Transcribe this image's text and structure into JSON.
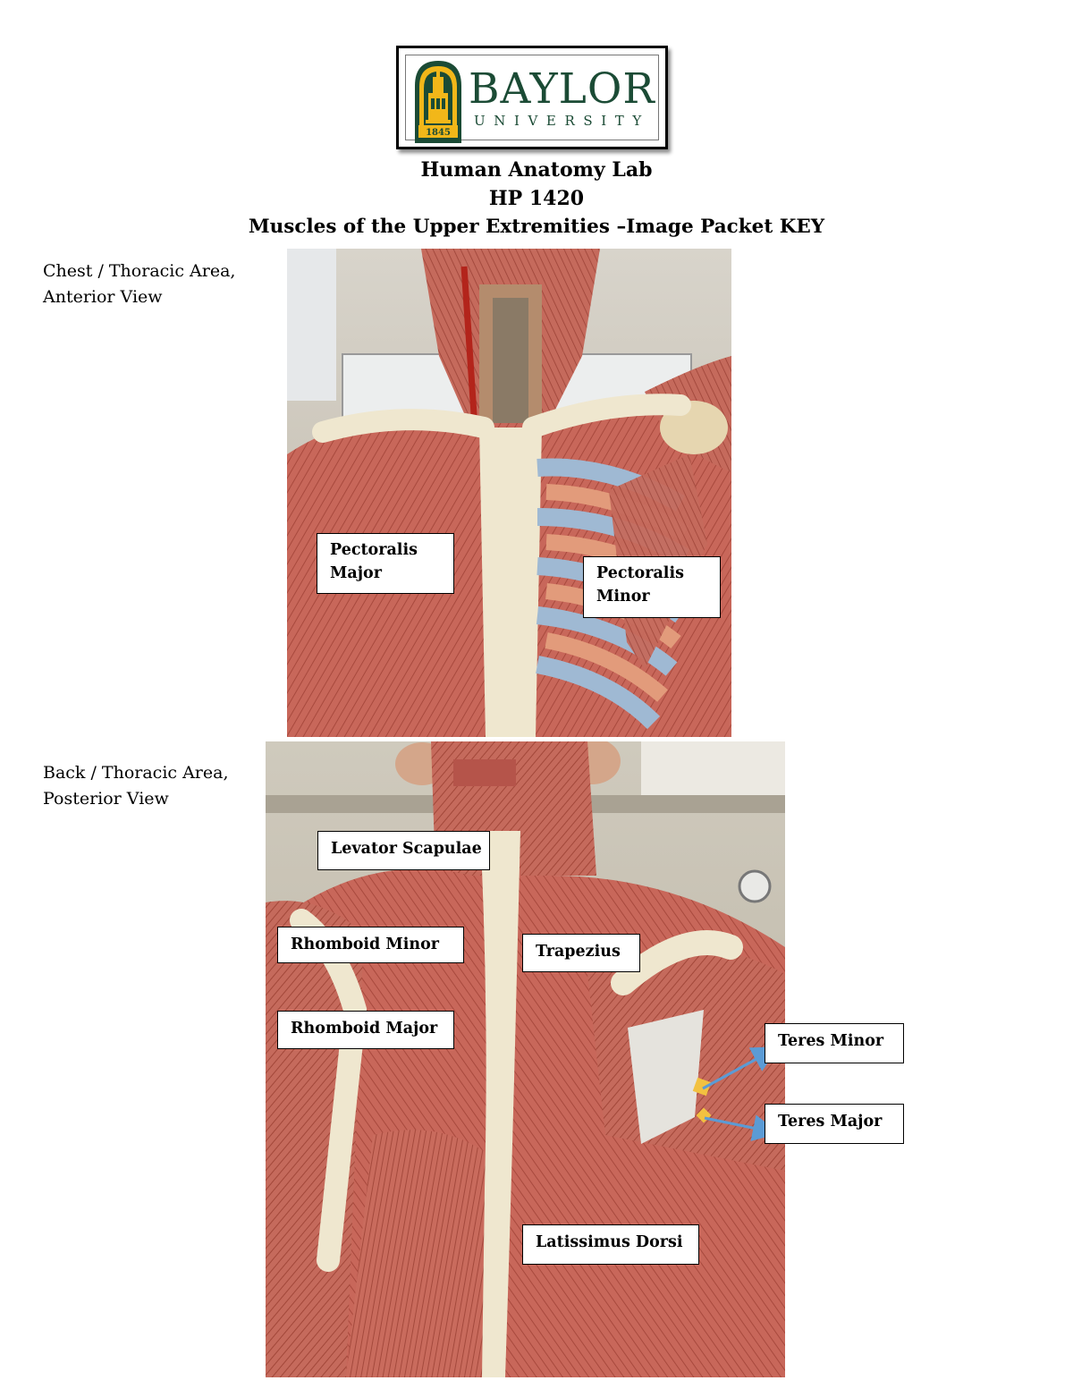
{
  "logo": {
    "wordmark": "BAYLOR",
    "subtitle": "UNIVERSITY",
    "seal_year": "1845",
    "colors": {
      "green": "#1b4b35",
      "gold": "#f2b719"
    }
  },
  "header": {
    "course_title": "Human Anatomy Lab",
    "course_code": "HP 1420",
    "packet_title": "Muscles of the Upper Extremities –Image Packet KEY"
  },
  "sections": {
    "anterior": {
      "caption_line1": "Chest / Thoracic Area,",
      "caption_line2": "Anterior View",
      "labels": {
        "pectoralis_major_line1": "Pectoralis",
        "pectoralis_major_line2": "Major",
        "pectoralis_minor_line1": "Pectoralis",
        "pectoralis_minor_line2": "Minor"
      }
    },
    "posterior": {
      "caption_line1": "Back / Thoracic Area,",
      "caption_line2": "Posterior View",
      "labels": {
        "levator_scapulae": "Levator Scapulae",
        "rhomboid_minor": "Rhomboid Minor",
        "trapezius": "Trapezius",
        "rhomboid_major": "Rhomboid Major",
        "teres_minor": "Teres Minor",
        "teres_major": "Teres Major",
        "latissimus_dorsi": "Latissimus Dorsi"
      }
    }
  },
  "theme": {
    "muscle": "#c8675a",
    "muscle_dark": "#9e4437",
    "bone": "#efe7cf",
    "cartilage_blue": "#9fb9d3",
    "arrow": "#5b9bd5",
    "marker": "#f2c140"
  }
}
